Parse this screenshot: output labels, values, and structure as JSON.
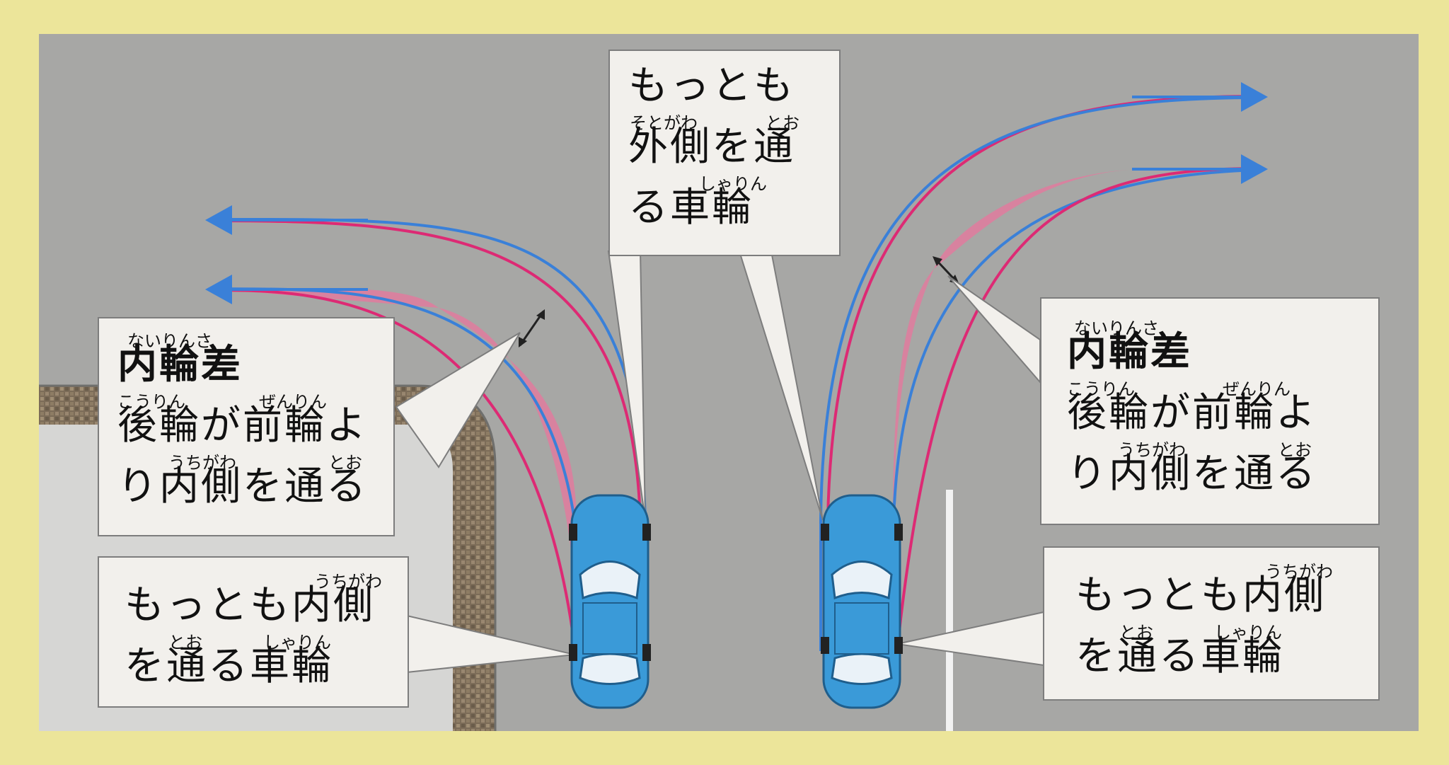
{
  "colors": {
    "road": "#a7a7a5",
    "sidewalk": "#d6d6d4",
    "brick": "#7a6a55",
    "frame": "#ece59a",
    "outer_path": "#3a80d8",
    "inner_path": "#dd2a74",
    "difference_fill": "#e07b9e",
    "car_body": "#3a9ad8",
    "car_glass": "#eaf2f8",
    "line_white": "#f2f2f2"
  },
  "icons": {
    "arrow": "arrow-head-icon",
    "double_arrow": "double-arrow-icon",
    "car": "car-icon"
  },
  "labels": {
    "outer_wheel": {
      "lines": [
        "もっとも",
        "外側を通",
        "る車輪"
      ],
      "ruby": [
        "そとがわ",
        "とお",
        "しゃりん"
      ]
    },
    "left_difference": {
      "title": "内輪差",
      "title_ruby": "ないりんさ",
      "lines": [
        "後輪が前輪よ",
        "り内側を通る"
      ],
      "ruby": [
        "こうりん",
        "ぜんりん",
        "うちがわ",
        "とお"
      ]
    },
    "right_difference": {
      "title": "内輪差",
      "title_ruby": "ないりんさ",
      "lines": [
        "後輪が前輪よ",
        "り内側を通る"
      ],
      "ruby": [
        "こうりん",
        "ぜんりん",
        "うちがわ",
        "とお"
      ]
    },
    "left_inner_wheel": {
      "lines": [
        "もっとも内側",
        "を通る車輪"
      ],
      "ruby": [
        "うちがわ",
        "とお",
        "しゃりん"
      ]
    },
    "right_inner_wheel": {
      "lines": [
        "もっとも内側",
        "を通る車輪"
      ],
      "ruby": [
        "うちがわ",
        "とお",
        "しゃりん"
      ]
    }
  }
}
